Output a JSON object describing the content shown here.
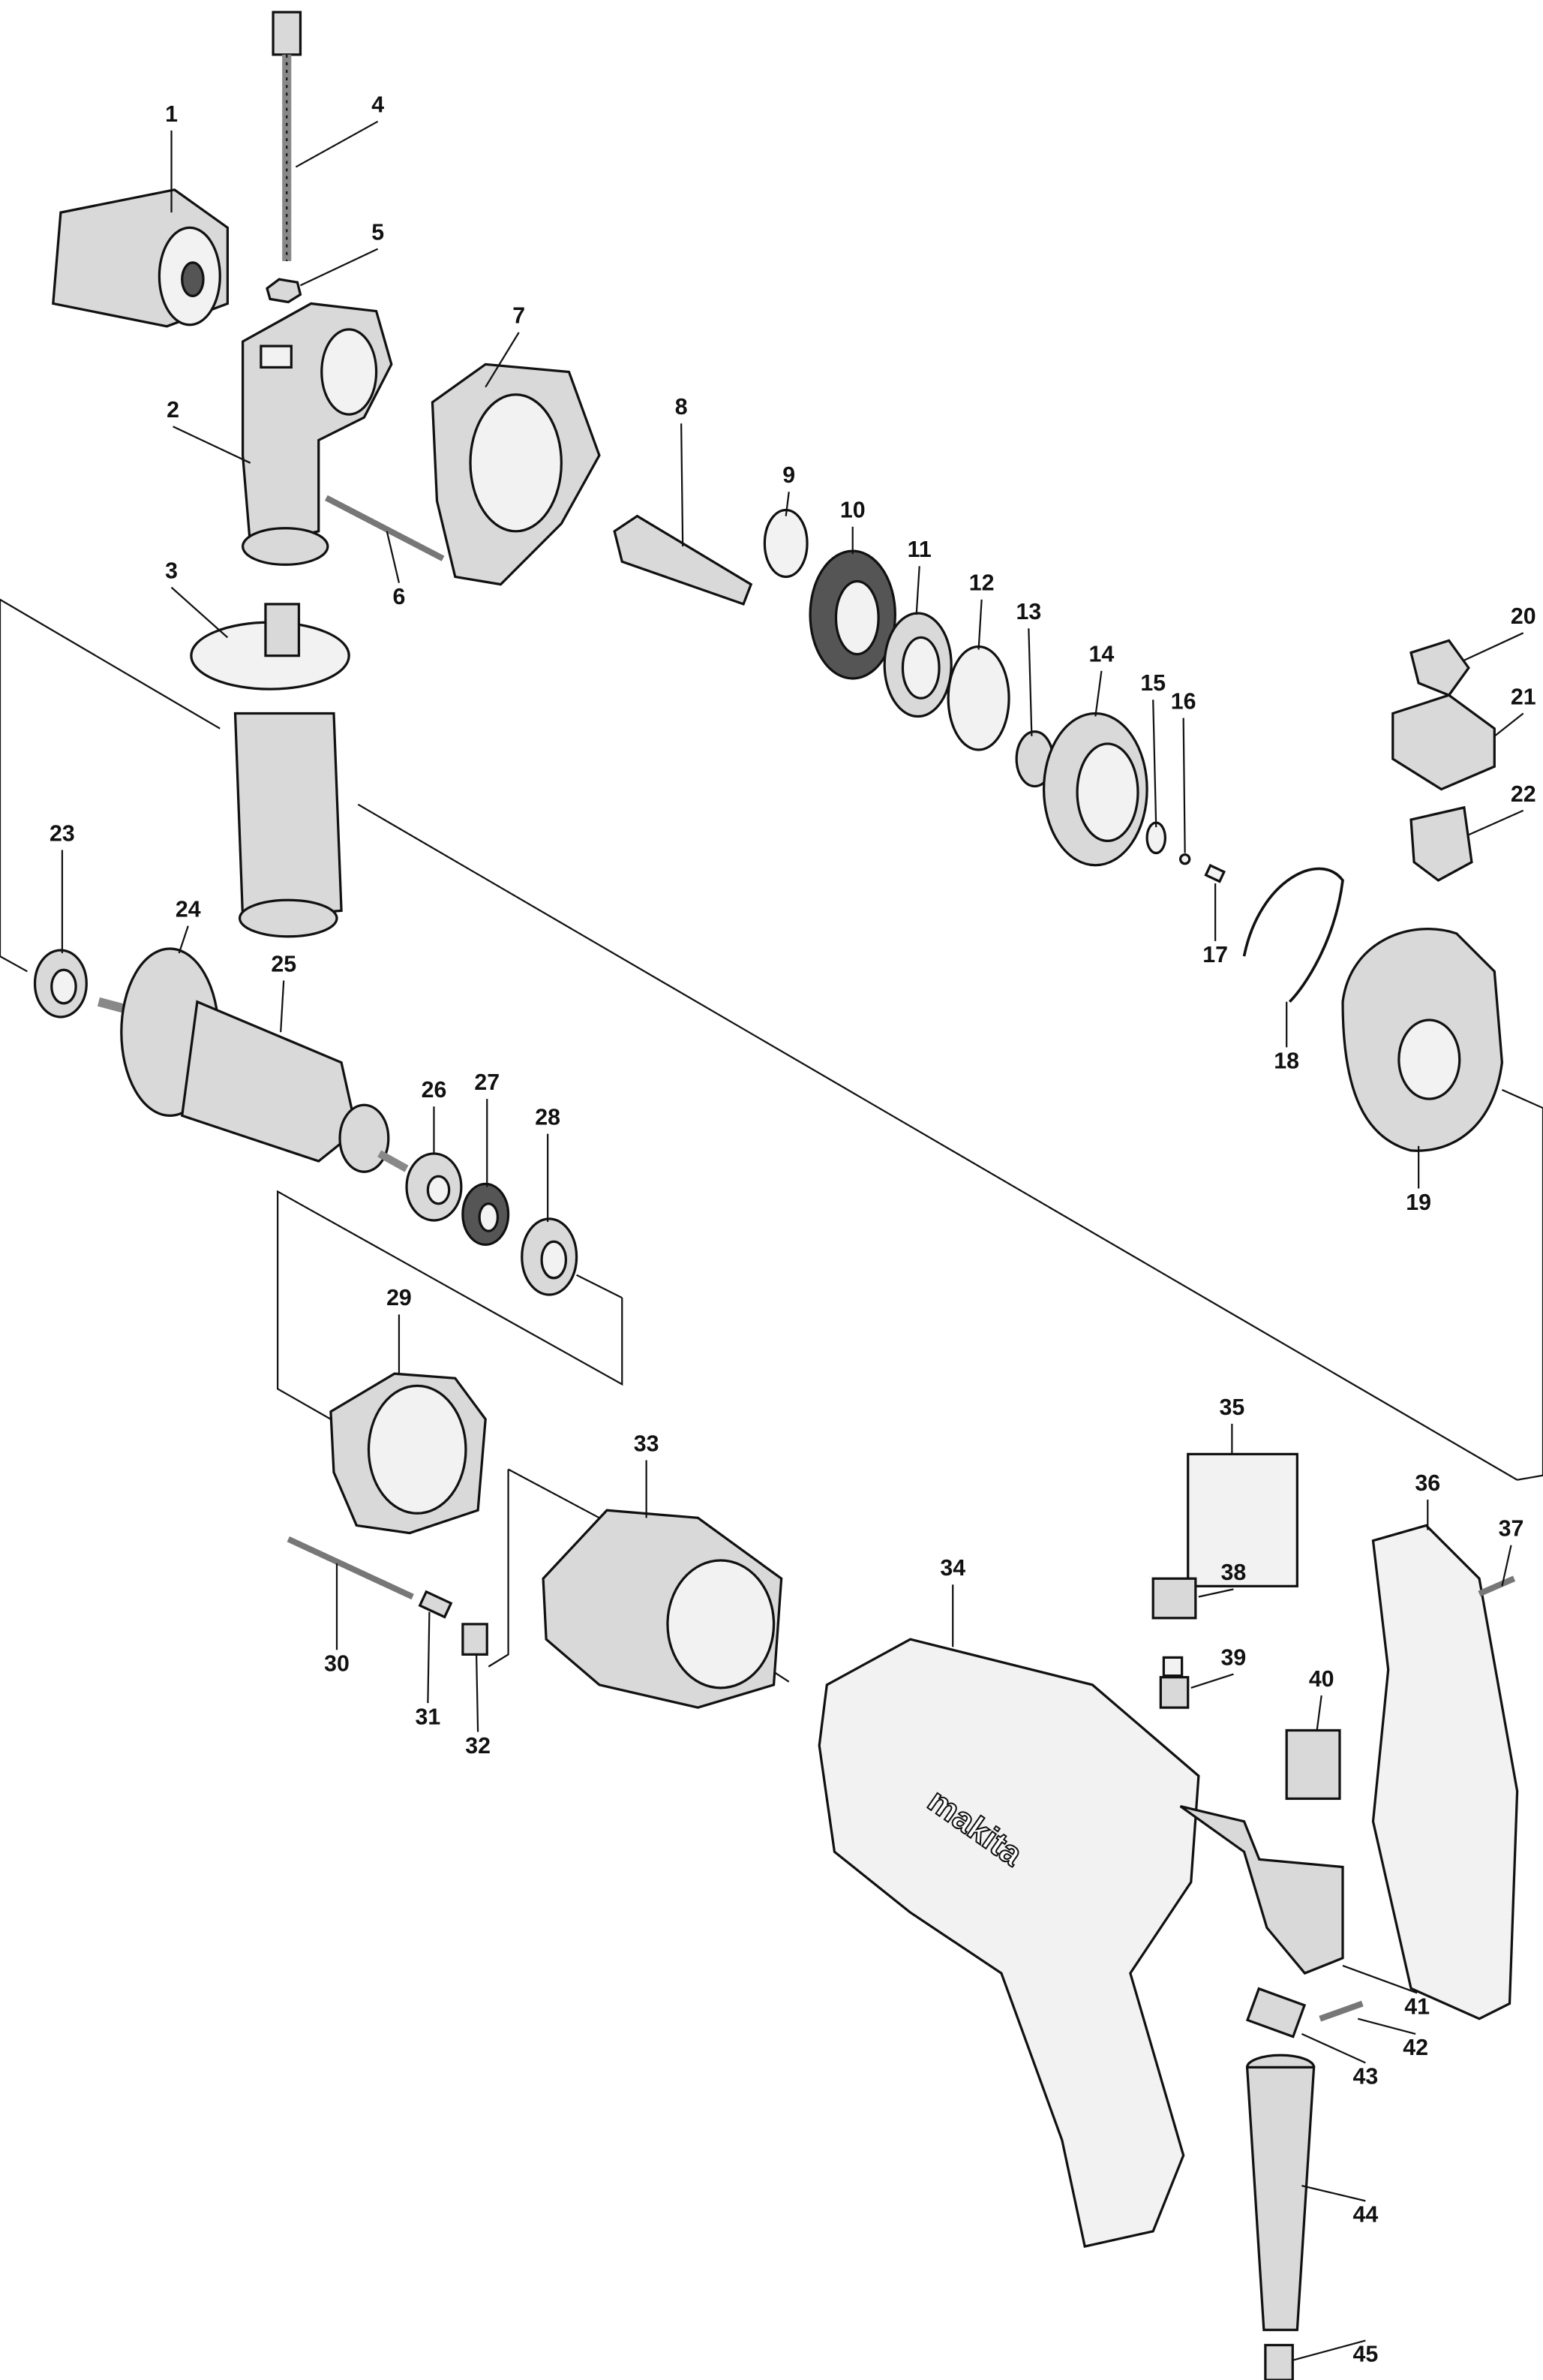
{
  "diagram": {
    "title": "Drill exploded parts diagram",
    "brand_logo": "makita",
    "part_labels": [
      "1",
      "2",
      "3",
      "4",
      "5",
      "6",
      "7",
      "8",
      "9",
      "10",
      "11",
      "12",
      "13",
      "14",
      "15",
      "16",
      "17",
      "18",
      "19",
      "20",
      "21",
      "22",
      "23",
      "24",
      "25",
      "26",
      "27",
      "28",
      "29",
      "30",
      "31",
      "32",
      "33",
      "34",
      "35",
      "36",
      "37",
      "38",
      "39",
      "40",
      "41",
      "42",
      "43",
      "44",
      "45"
    ]
  }
}
